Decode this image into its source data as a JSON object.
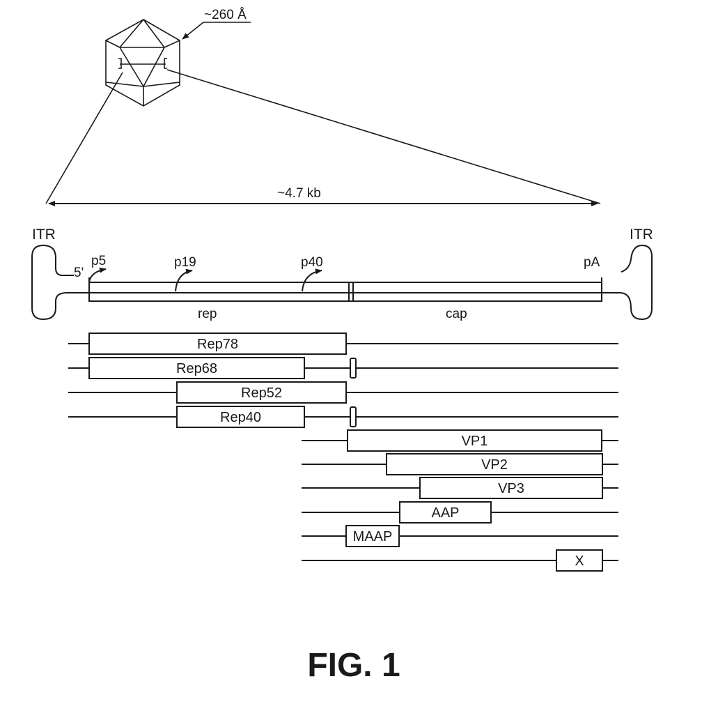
{
  "capsid": {
    "size_label": "~260 Å"
  },
  "genome": {
    "length_label": "~4.7 kb",
    "itr_left": "ITR",
    "itr_right": "ITR",
    "five_prime": "5'",
    "promoters": [
      "p5",
      "p19",
      "p40"
    ],
    "polyA": "pA",
    "gene_rep": "rep",
    "gene_cap": "cap"
  },
  "transcripts": [
    {
      "label": "Rep78"
    },
    {
      "label": "Rep68"
    },
    {
      "label": "Rep52"
    },
    {
      "label": "Rep40"
    },
    {
      "label": "VP1"
    },
    {
      "label": "VP2"
    },
    {
      "label": "VP3"
    },
    {
      "label": "AAP"
    },
    {
      "label": "MAAP"
    },
    {
      "label": "X"
    }
  ],
  "figure_caption": "FIG. 1"
}
